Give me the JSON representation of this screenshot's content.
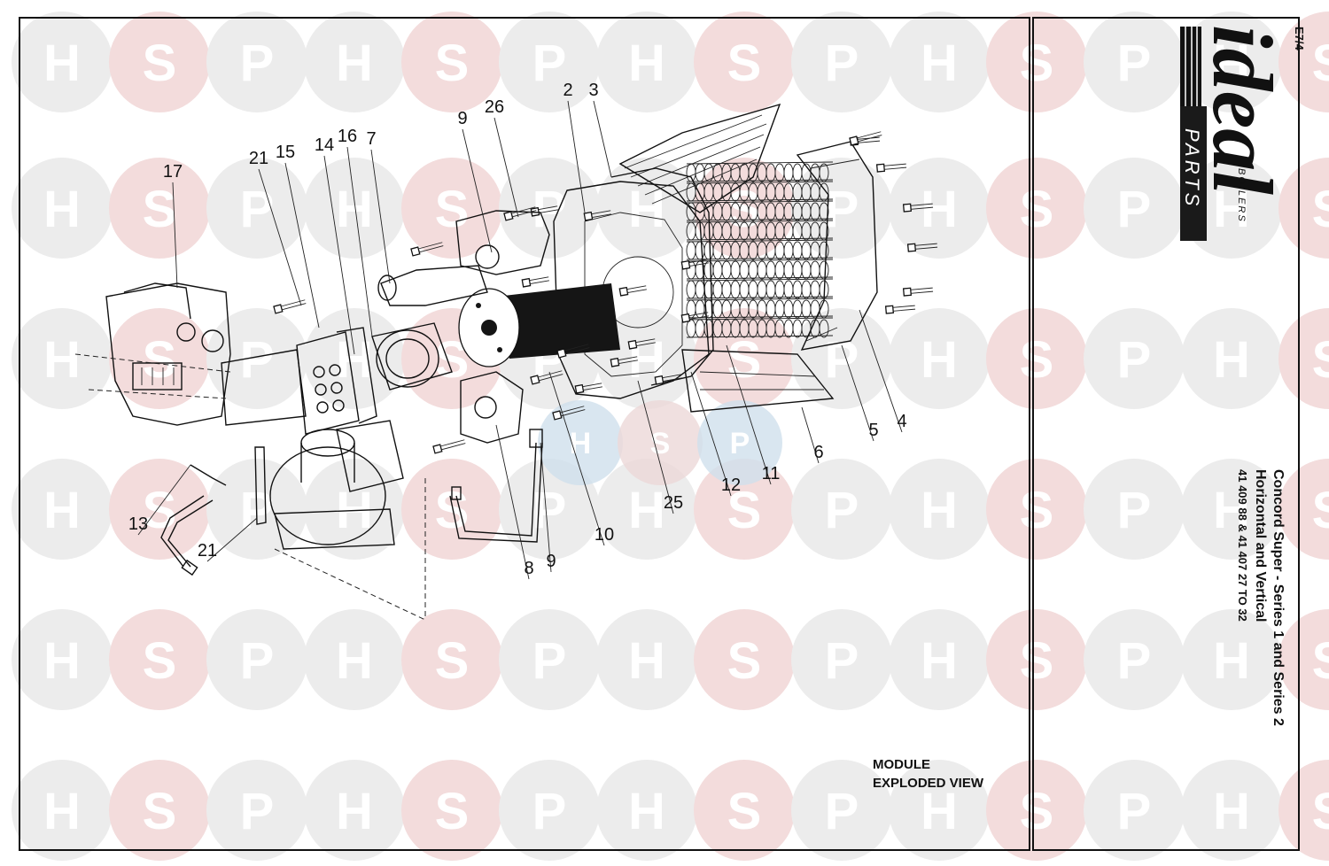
{
  "page_code": "E7/4",
  "logo": {
    "brand": "ideal",
    "sub_brand": "BOILERS",
    "parts_label": "PARTS"
  },
  "side_panel": {
    "title_line1": "Concord Super - Series 1 and Series 2",
    "title_line2": "Horizontal and Vertical",
    "title_line3": "41 409 88 & 41 407 27 TO 32"
  },
  "drawing_caption": {
    "line1": "MODULE",
    "line2": "EXPLODED VIEW"
  },
  "callouts": [
    "17",
    "21",
    "15",
    "14",
    "16",
    "7",
    "9",
    "26",
    "2",
    "3",
    "13",
    "21",
    "8",
    "9",
    "10",
    "25",
    "12",
    "11",
    "6",
    "5",
    "4"
  ],
  "watermark": {
    "letters": [
      "H",
      "S",
      "P"
    ],
    "colors": {
      "h": "#ececec",
      "s": "#f3dcdc",
      "p": "#ececec"
    }
  }
}
